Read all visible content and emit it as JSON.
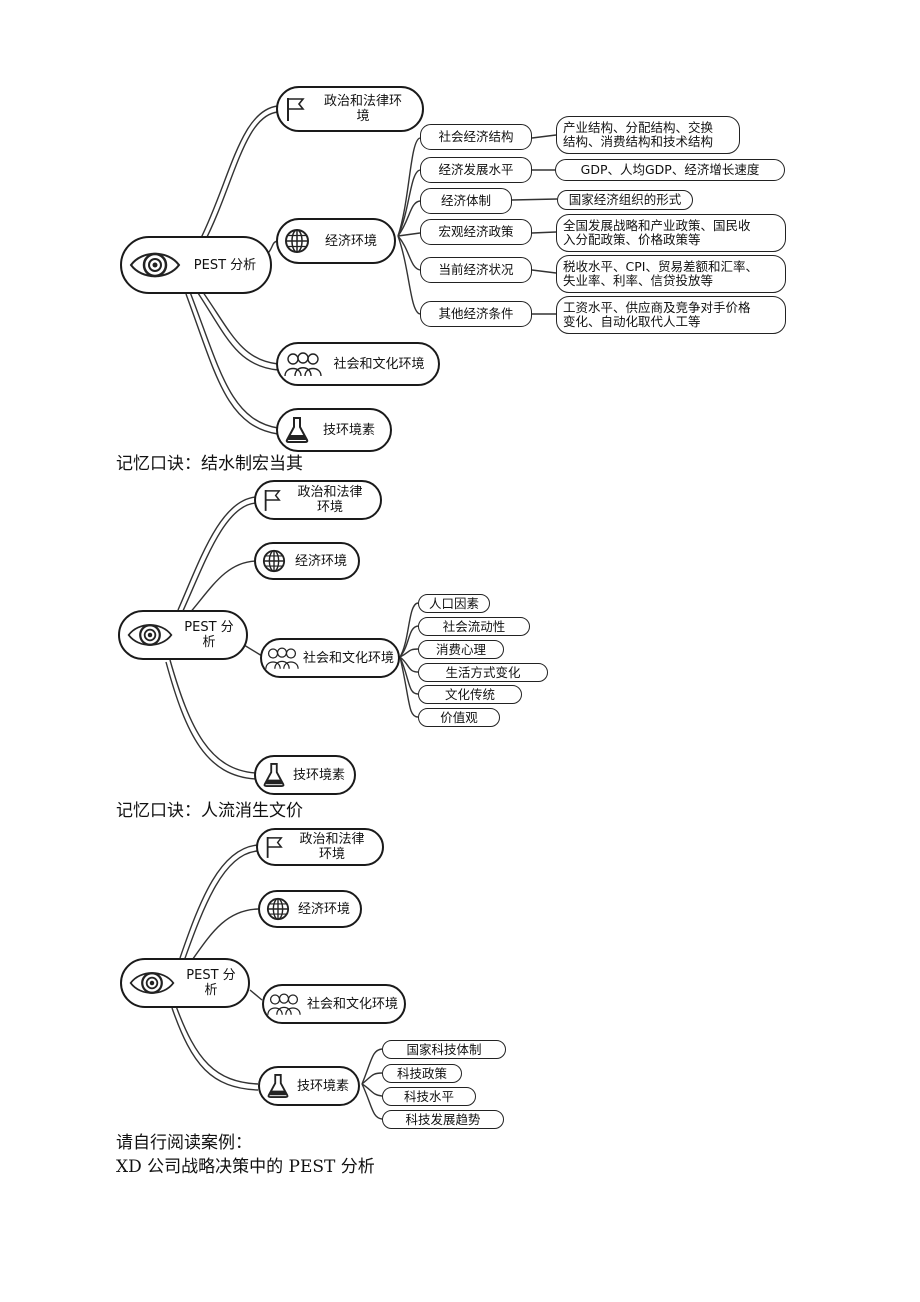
{
  "map1": {
    "root": "PEST 分析",
    "branch_political": "政治和法律环\n境",
    "branch_economic": "经济环境",
    "branch_social": "社会和文化环境",
    "branch_tech": "技环境素",
    "economic_items": [
      {
        "label": "社会经济结构",
        "detail": "产业结构、分配结构、交换\n结构、消费结构和技术结构"
      },
      {
        "label": "经济发展水平",
        "detail": "GDP、人均GDP、经济增长速度"
      },
      {
        "label": "经济体制",
        "detail": "国家经济组织的形式"
      },
      {
        "label": "宏观经济政策",
        "detail": "全国发展战略和产业政策、国民收\n入分配政策、价格政策等"
      },
      {
        "label": "当前经济状况",
        "detail": "税收水平、CPI、贸易差额和汇率、\n失业率、利率、信贷投放等"
      },
      {
        "label": "其他经济条件",
        "detail": "工资水平、供应商及竞争对手价格\n变化、自动化取代人工等"
      }
    ]
  },
  "mnemonic1": "记忆口诀：结水制宏当其",
  "map2": {
    "root": "PEST 分析",
    "branch_political": "政治和法律\n环境",
    "branch_economic": "经济环境",
    "branch_social": "社会和文化环境",
    "branch_tech": "技环境素",
    "social_items": [
      "人口因素",
      "社会流动性",
      "消费心理",
      "生活方式变化",
      "文化传统",
      "价值观"
    ]
  },
  "mnemonic2": "记忆口诀：人流消生文价",
  "map3": {
    "root": "PEST 分析",
    "branch_political": "政治和法律\n环境",
    "branch_economic": "经济环境",
    "branch_social": "社会和文化环境",
    "branch_tech": "技环境素",
    "tech_items": [
      "国家科技体制",
      "科技政策",
      "科技水平",
      "科技发展趋势"
    ]
  },
  "footer_line1": "请自行阅读案例：",
  "footer_line2": "XD 公司战略决策中的 PEST 分析"
}
